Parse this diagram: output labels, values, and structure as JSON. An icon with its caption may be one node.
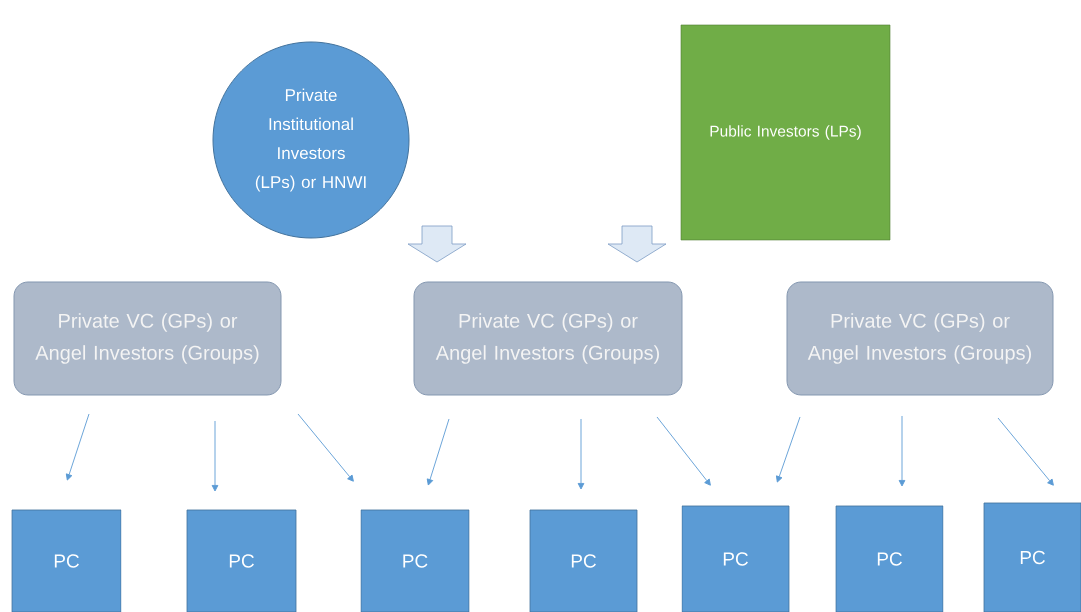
{
  "diagram": {
    "nodes": [
      {
        "text": [
          "Private Institutional Investors (LPs) or HNWI"
        ]
      },
      {
        "text": [
          "Public Investors (LPs)"
        ]
      },
      {
        "text": [
          "Private VC (GPs) or Angel Investors (Groups)"
        ]
      },
      {
        "text": [
          "Private VC (GPs) or Angel Investors (Groups)"
        ]
      },
      {
        "text": [
          "Private VC (GPs) or Angel Investors (Groups)"
        ]
      },
      {
        "text": [
          "PC"
        ]
      },
      {
        "text": [
          "PC"
        ]
      },
      {
        "text": [
          "PC"
        ]
      },
      {
        "text": [
          "PC"
        ]
      },
      {
        "text": [
          "PC"
        ]
      },
      {
        "text": [
          "PC"
        ]
      },
      {
        "text": [
          "PC"
        ]
      }
    ],
    "edges": [
      {
        "from": 0,
        "to": 3,
        "arrow": "to",
        "style": "thick"
      },
      {
        "from": 1,
        "to": 3,
        "arrow": "to",
        "style": "thick"
      },
      {
        "from": 2,
        "to": 5,
        "arrow": "to"
      },
      {
        "from": 2,
        "to": 6,
        "arrow": "to"
      },
      {
        "from": 2,
        "to": 7,
        "arrow": "to"
      },
      {
        "from": 3,
        "to": 7,
        "arrow": "to"
      },
      {
        "from": 3,
        "to": 8,
        "arrow": "to"
      },
      {
        "from": 3,
        "to": 9,
        "arrow": "to"
      },
      {
        "from": 4,
        "to": 9,
        "arrow": "to"
      },
      {
        "from": 4,
        "to": 10,
        "arrow": "to"
      },
      {
        "from": 4,
        "to": 11,
        "arrow": "to"
      }
    ]
  }
}
